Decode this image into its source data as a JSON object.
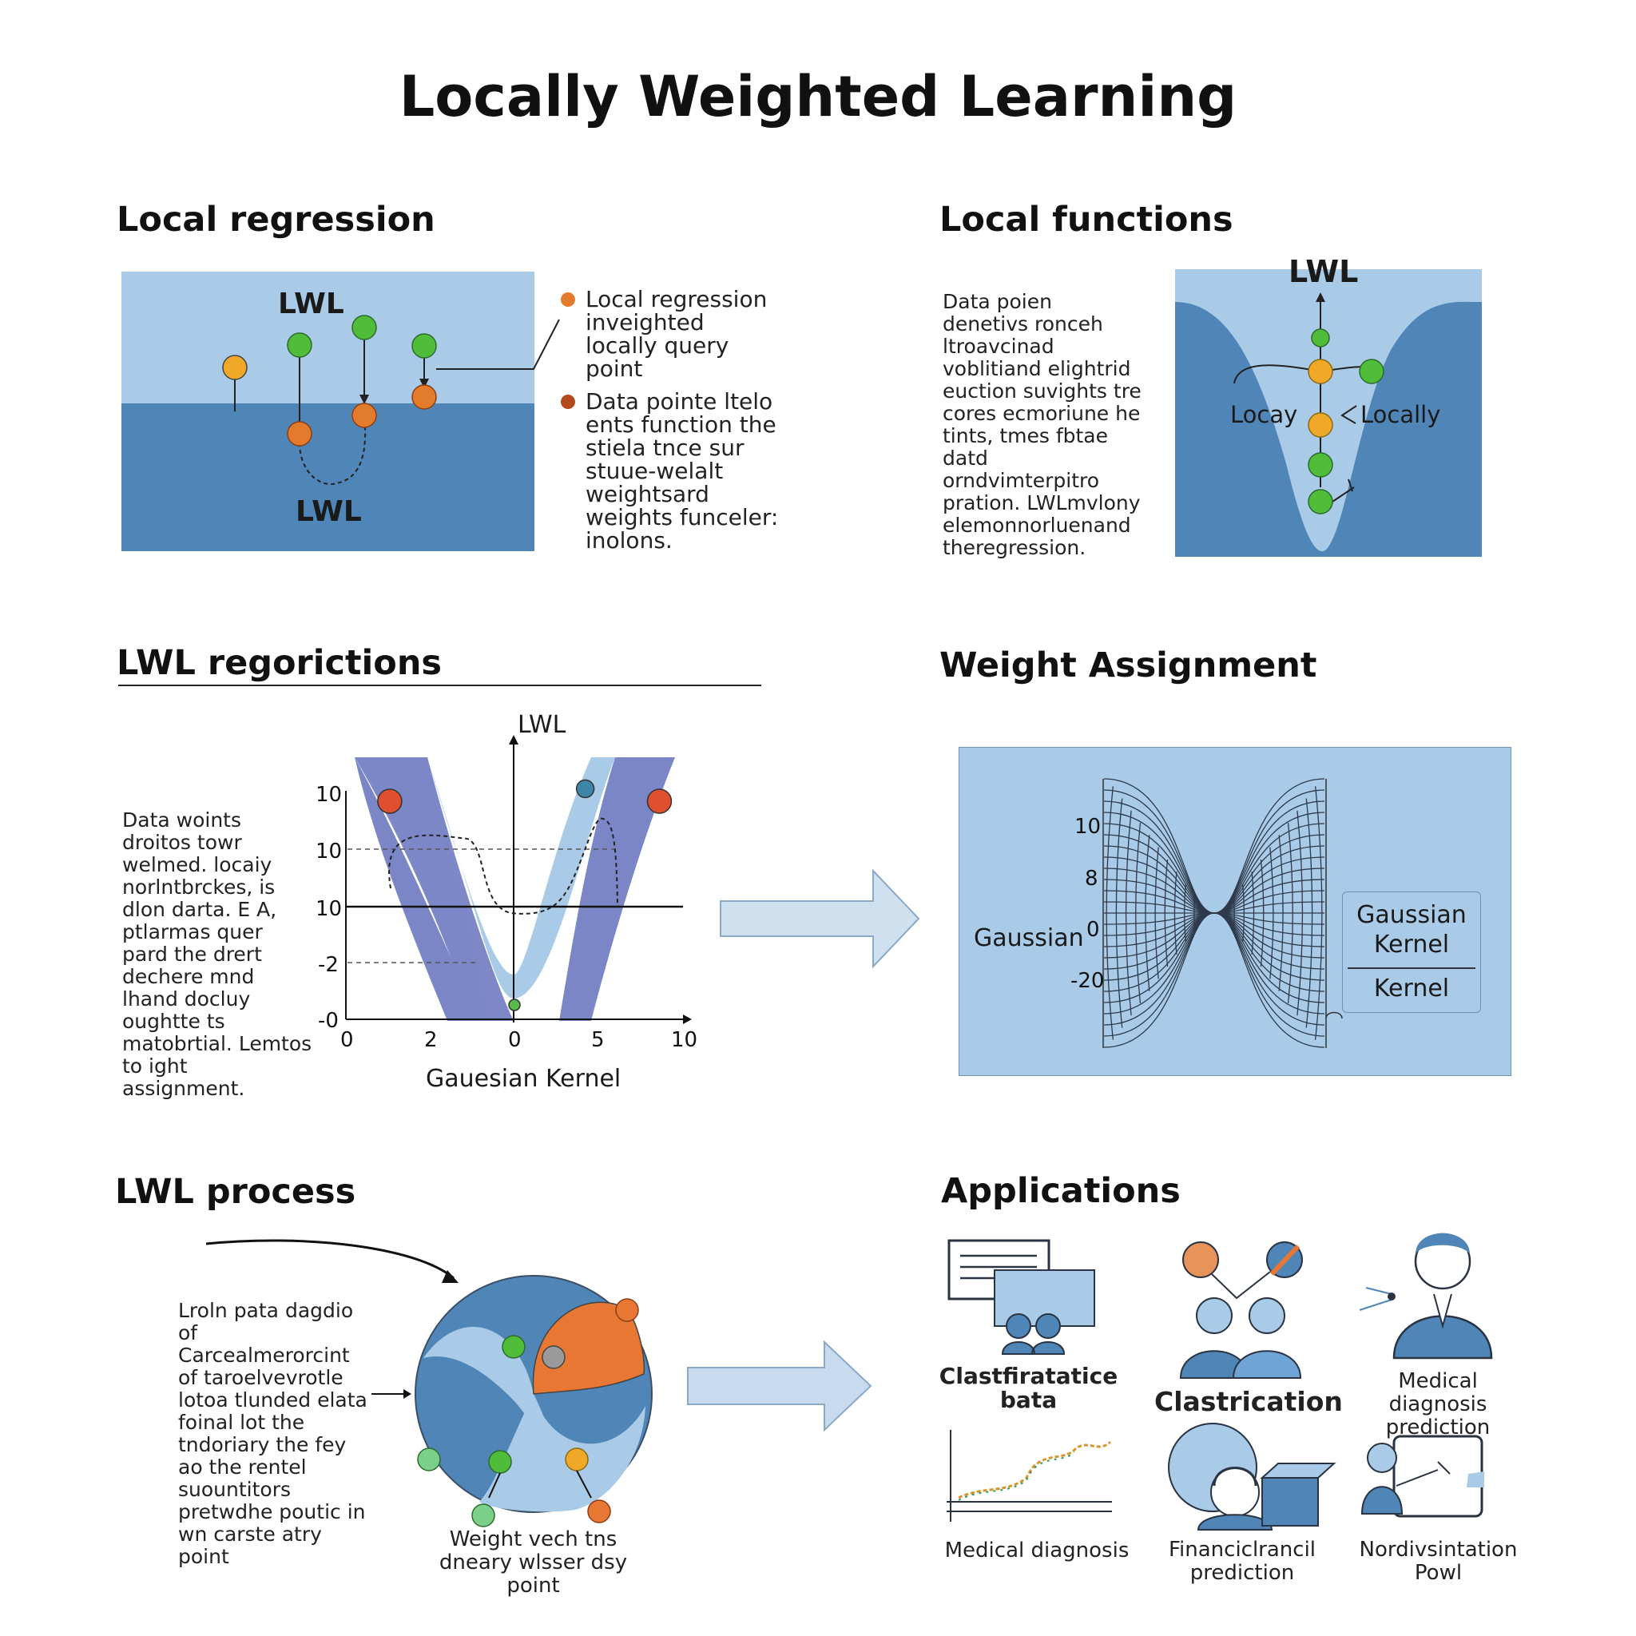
{
  "title": "Locally Weighted Learning",
  "sections": {
    "local_regression": {
      "heading": "Local regression",
      "label_top": "LWL",
      "label_bottom": "LWL",
      "legend": [
        {
          "color": "#e47a2b",
          "text": "Local regression inveighted locally query point"
        },
        {
          "color": "#b44a1c",
          "text": "Data pointe ltelo ents function the stiela tnce sur stuue-welalt weightsard weights funceler: inolons."
        }
      ]
    },
    "local_functions": {
      "heading": "Local functions",
      "description": "Data poien denetivs ronceh ltroavcinad voblitiand elightrid euction suvights tre cores ecmoriune he tints, tmes fbtae datd orndvimterpitro pration. LWLmvlony elemonnorluenand theregression.",
      "label_top": "LWL",
      "label_left": "Locay",
      "label_right": "Locally"
    },
    "lwl_regorictions": {
      "heading": "LWL regorictions",
      "description": "Data woints droitos towr welmed. locaiy norlntbrckes, is dlon darta. E A, ptlarmas quer pard the drert dechere mnd lhand docluy oughtte ts matobrtial. Lemtos to ight assignment."
    },
    "weight_assignment": {
      "heading": "Weight Assignment",
      "label_left": "Gaussian",
      "callout_top": "Gaussian Kernel",
      "callout_bottom": "Kernel",
      "y_ticks": [
        "10",
        "8",
        "0",
        "-20"
      ]
    },
    "lwl_process": {
      "heading": "LWL process",
      "description": "Lroln pata dagdio of Carcealmerorcint of taroelvevrotle lotoa tlunded elata foinal lot the tndoriary the fey ao the rentel suountitors pretwdhe poutic in wn carste atry point",
      "caption": "Weight vech tns dneary wlsser dsy point"
    },
    "applications": {
      "heading": "Applications",
      "items": [
        {
          "icon": "presentation-icon",
          "label": "Clastfiratatice bata"
        },
        {
          "icon": "people-classification-icon",
          "label": "Clastrication"
        },
        {
          "icon": "doctor-icon",
          "label": "Medical diagnosis prediction"
        },
        {
          "icon": "line-chart-icon",
          "label": "Medical diagnosis"
        },
        {
          "icon": "person-box-icon",
          "label": "Financiclrancil prediction"
        },
        {
          "icon": "presenter-icon",
          "label": "Nordivsintation Powl"
        }
      ]
    }
  },
  "chart_data": {
    "type": "line",
    "title": "LWL",
    "xlabel": "Gauesian Kernel",
    "ylabel": "",
    "x_ticks": [
      "0",
      "2",
      "0",
      "5",
      "10"
    ],
    "y_ticks": [
      "10",
      "10",
      "10",
      "-2",
      "-0"
    ],
    "series": [
      {
        "values": [
          {
            "x": 1.3,
            "y": 10
          },
          {
            "x": 9.3,
            "y": 10
          }
        ]
      },
      {
        "values": [
          {
            "x": 7.1,
            "y": 10.6
          }
        ]
      },
      {
        "values": [
          {
            "x": 5.0,
            "y": -0.5
          }
        ]
      }
    ],
    "colors": {
      "band": "#7b86c6",
      "inner": "#a9cbe8",
      "red": "#e0502e",
      "teal": "#3d86a8",
      "green": "#59b94a"
    }
  }
}
